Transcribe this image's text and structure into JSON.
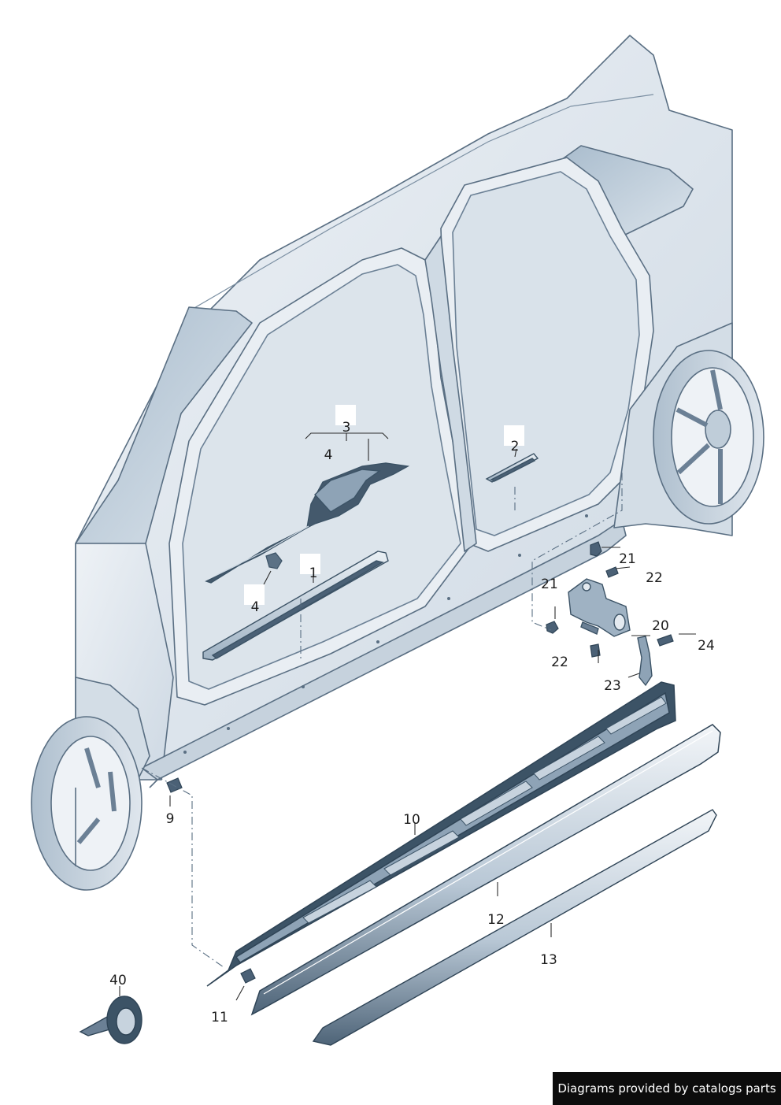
{
  "callouts": {
    "c1": "1",
    "c2": "2",
    "c3": "3",
    "c4a": "4",
    "c4b": "4",
    "c9": "9",
    "c10": "10",
    "c11": "11",
    "c12": "12",
    "c13": "13",
    "c20": "20",
    "c21a": "21",
    "c21b": "21",
    "c22a": "22",
    "c22b": "22",
    "c23": "23",
    "c24": "24",
    "c40": "40"
  },
  "credit": "Diagrams provided by catalogs parts",
  "colors": {
    "body_fill": "#e4eaf0",
    "body_shade": "#c9d5e0",
    "glass": "#b9c9d8",
    "outline": "#4f6478",
    "part_dark": "#3c5366",
    "part_mid": "#8ea3b6",
    "part_light": "#d6dfe8"
  }
}
